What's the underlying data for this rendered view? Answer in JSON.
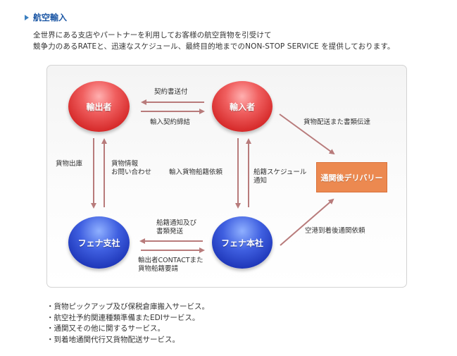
{
  "header": {
    "title": "航空輸入"
  },
  "intro": {
    "line1": "全世界にある支店やパートナーを利用してお客様の航空貨物を引受けて",
    "line2": "競争力のあるRATEと、迅速なスケジュール、最終目的地までのNON-STOP SERVICE を提供しております。"
  },
  "nodes": {
    "exporter": "輸出者",
    "importer": "輸入者",
    "fena_branch": "フェナ支社",
    "fena_hq": "フェナ本社",
    "delivery": "通関後デリバリー"
  },
  "edges": {
    "exp_imp_top": "契約書送付",
    "exp_imp_bottom": "輸入契約締結",
    "branch_to_exporter_a": "貨物出庫",
    "exporter_branch_b_line1": "貨物情報",
    "exporter_branch_b_line2": "お問い合わせ",
    "importer_hq_a": "輸入貨物船籍依頼",
    "importer_hq_b_line1": "船籍スケジュール",
    "importer_hq_b_line2": "通知",
    "hq_branch_top_line1": "船籍通知及び",
    "hq_branch_top_line2": "書類発送",
    "hq_branch_bottom_line1": "輸出者CONTACTまた",
    "hq_branch_bottom_line2": "貨物船籍要請",
    "importer_delivery": "貨物配送また書類伝達",
    "hq_delivery": "空港到着後通関依頼"
  },
  "colors": {
    "arrow": "#b87b7b",
    "red_node": "#d62a2a",
    "blue_node": "#1e36b8",
    "delivery_box": "#ec8950"
  },
  "services": [
    "貨物ピックアップ及び保税倉庫搬入サービス。",
    "航空社予約関連種類準備またEDIサービス。",
    "通関又その他に関するサービス。",
    "到着地通関代行又貨物配送サービス。"
  ]
}
